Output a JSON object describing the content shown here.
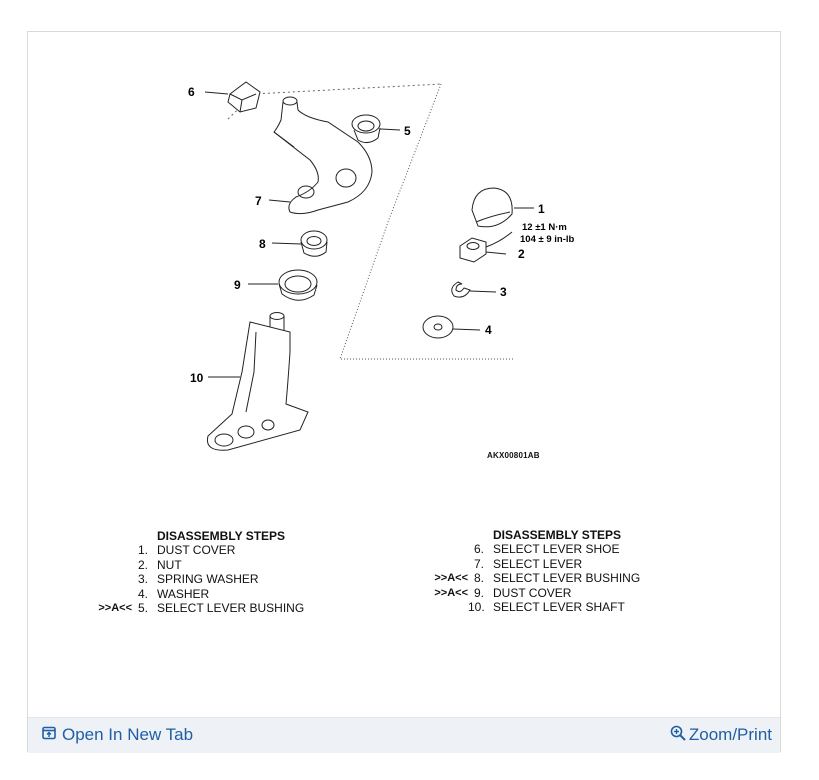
{
  "diagram": {
    "callouts": [
      "1",
      "2",
      "3",
      "4",
      "5",
      "6",
      "7",
      "8",
      "9",
      "10"
    ],
    "torque_line1": "12 ±1 N·m",
    "torque_line2": "104 ± 9 in-lb",
    "figure_code": "AKX00801AB"
  },
  "steps_left": {
    "heading": "DISASSEMBLY STEPS",
    "items": [
      {
        "mark": "",
        "num": "1.",
        "text": "DUST COVER"
      },
      {
        "mark": "",
        "num": "2.",
        "text": "NUT"
      },
      {
        "mark": "",
        "num": "3.",
        "text": "SPRING WASHER"
      },
      {
        "mark": "",
        "num": "4.",
        "text": "WASHER"
      },
      {
        "mark": ">>A<<",
        "num": "5.",
        "text": "SELECT LEVER BUSHING"
      }
    ]
  },
  "steps_right": {
    "heading": "DISASSEMBLY STEPS",
    "items": [
      {
        "mark": "",
        "num": "6.",
        "text": "SELECT LEVER SHOE"
      },
      {
        "mark": "",
        "num": "7.",
        "text": "SELECT LEVER"
      },
      {
        "mark": ">>A<<",
        "num": "8.",
        "text": "SELECT LEVER BUSHING"
      },
      {
        "mark": ">>A<<",
        "num": "9.",
        "text": "DUST COVER"
      },
      {
        "mark": "",
        "num": "10.",
        "text": "SELECT LEVER SHAFT"
      }
    ]
  },
  "footer": {
    "open_tab_label": "Open In New Tab",
    "open_tab_icon": "external-tab-icon",
    "zoom_label": "Zoom/Print",
    "zoom_icon": "zoom-in-icon",
    "link_color": "#1f5fa6"
  }
}
